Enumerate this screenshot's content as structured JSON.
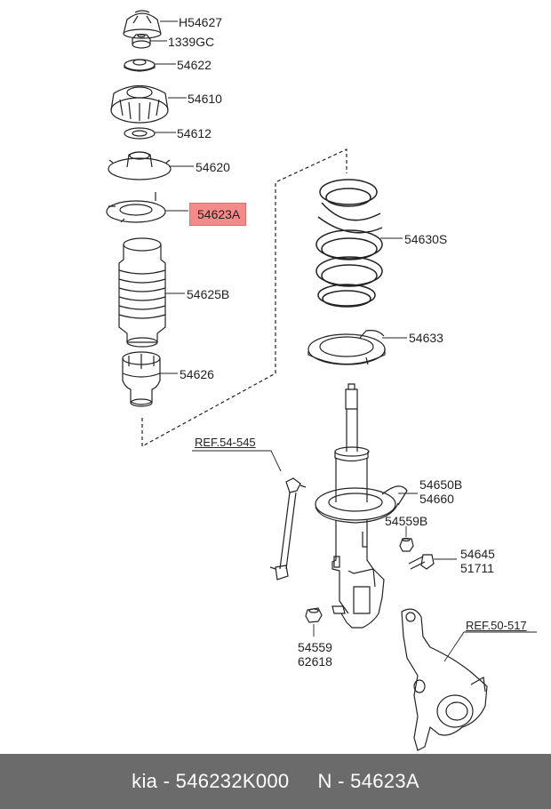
{
  "labels": {
    "p1": "H54627",
    "p2": "1339GC",
    "p3": "54622",
    "p4": "54610",
    "p5": "54612",
    "p6": "54620",
    "p7": "54623A",
    "p8": "54625B",
    "p9": "54626",
    "p10": "54630S",
    "p11": "54633",
    "ref1": "REF.54-545",
    "p12a": "54650B",
    "p12b": "54660",
    "p13": "54559B",
    "p14a": "54645",
    "p14b": "51711",
    "p15a": "54559",
    "p15b": "62618",
    "ref2": "REF.50-517"
  },
  "footer": {
    "brand": "kia",
    "sep1": " - ",
    "part": "546232K000",
    "gap": "     ",
    "code_prefix": "N",
    "sep2": " - ",
    "code": "54623A"
  },
  "colors": {
    "highlight": "#f48a8a",
    "footer_bg": "#6b6b6b",
    "line": "#222222"
  }
}
